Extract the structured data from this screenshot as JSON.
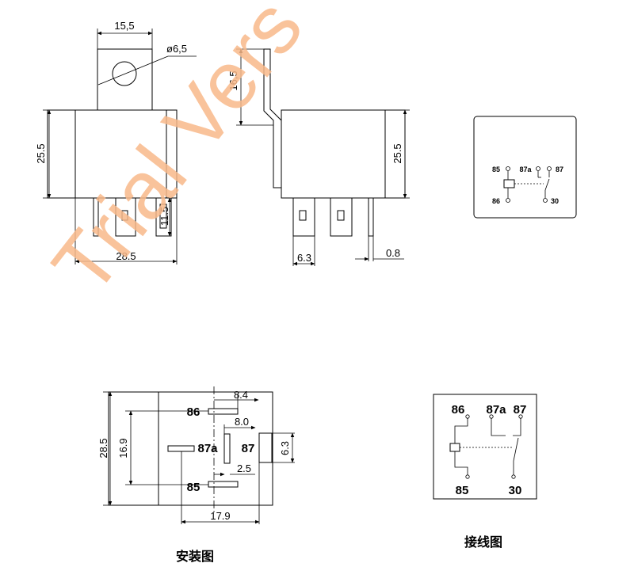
{
  "watermark": "Trial Vers",
  "front_view": {
    "dims": {
      "width_top": "15,5",
      "hole": "ø6,5",
      "height": "25.5",
      "pin_len": "11.5",
      "width": "28.5"
    }
  },
  "side_view": {
    "dims": {
      "bracket_h": "16,5",
      "height": "25.5",
      "pin_w": "6.3",
      "pin_t": "0.8"
    }
  },
  "small_schematic": {
    "labels": {
      "p85": "85",
      "p87a": "87a",
      "p87": "87",
      "p86": "86",
      "p30": "30"
    }
  },
  "install_view": {
    "dims": {
      "d84": "8.4",
      "d80": "8.0",
      "d25": "2.5",
      "d63": "6.3",
      "d169": "16.9",
      "d285": "28.5",
      "d179": "17.9"
    },
    "labels": {
      "p86": "86",
      "p87a": "87a",
      "p87": "87",
      "p85": "85"
    },
    "caption": "安装图"
  },
  "wiring_diagram": {
    "labels": {
      "p86": "86",
      "p87a": "87a",
      "p87": "87",
      "p85": "85",
      "p30": "30"
    },
    "caption": "接线图"
  }
}
